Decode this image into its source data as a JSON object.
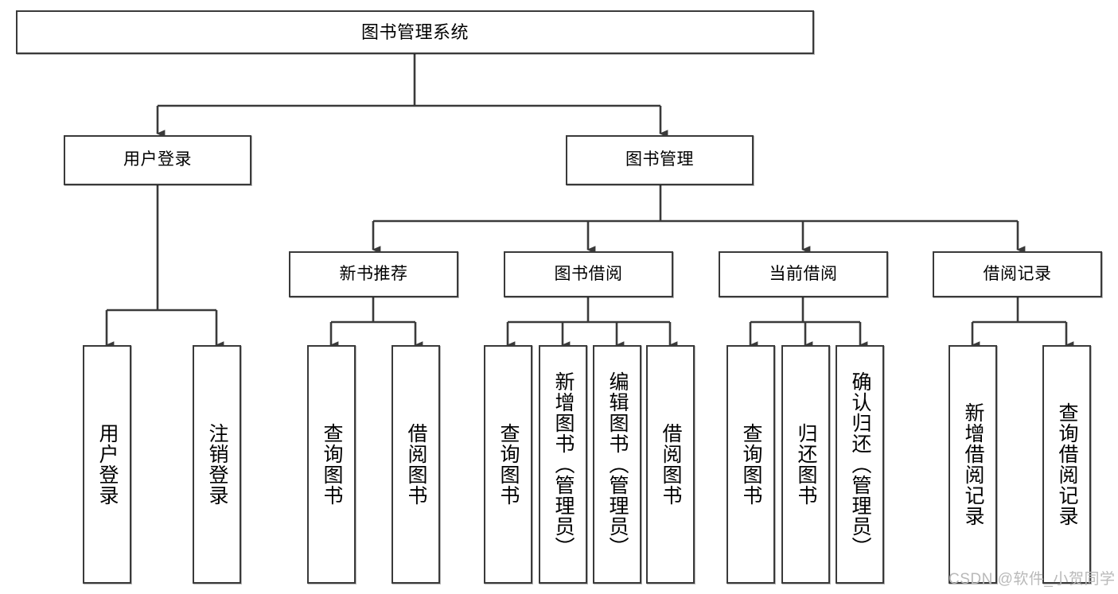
{
  "diagram": {
    "type": "tree",
    "title": "图书管理系统",
    "watermark": "CSDN @软件_小贺同学",
    "colors": {
      "stroke": "#3a3a3a",
      "fill": "#ffffff",
      "text": "#000000",
      "watermark": "#b9b9b9"
    },
    "root": {
      "label": "图书管理系统"
    },
    "level2": [
      {
        "label": "用户登录"
      },
      {
        "label": "图书管理"
      }
    ],
    "level3": [
      {
        "label": "新书推荐"
      },
      {
        "label": "图书借阅"
      },
      {
        "label": "当前借阅"
      },
      {
        "label": "借阅记录"
      }
    ],
    "leaves": {
      "user_login": [
        {
          "label": "用户登录"
        },
        {
          "label": "注销登录"
        }
      ],
      "new_book": [
        {
          "label": "查询图书"
        },
        {
          "label": "借阅图书"
        }
      ],
      "book_borrow": [
        {
          "label": "查询图书"
        },
        {
          "label": "新增图书（管理员）"
        },
        {
          "label": "编辑图书（管理员）"
        },
        {
          "label": "借阅图书"
        }
      ],
      "current_borrow": [
        {
          "label": "查询图书"
        },
        {
          "label": "归还图书"
        },
        {
          "label": "确认归还（管理员）"
        }
      ],
      "borrow_record": [
        {
          "label": "新增借阅记录"
        },
        {
          "label": "查询借阅记录"
        }
      ]
    }
  }
}
